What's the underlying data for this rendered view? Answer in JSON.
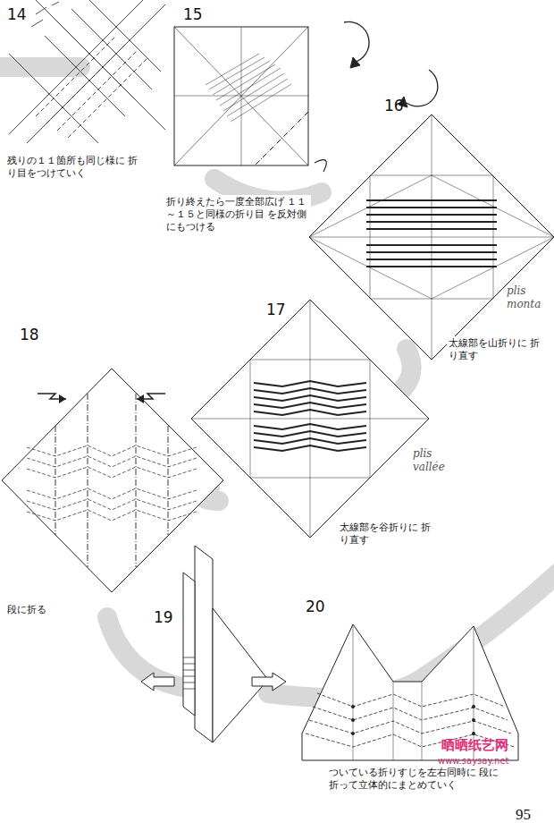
{
  "diagram": {
    "labels": [
      "14",
      "残りの１１箇所も同じ様に 折り目をつけていく",
      "15",
      "折り終えたら一度全部広げ １１～１５と同様の折り目 を反対側にもつける",
      "16",
      "plis monta",
      "太線部を山折りに 折り直す",
      "17",
      "plis vallée",
      "太線部を谷折りに 折り直す",
      "18",
      "段に折る",
      "19",
      "20",
      "ついている折りすじを左右同時に 段に折って立体的にまとめていく",
      "晒晒纸艺网",
      "www.saysay.net",
      "95"
    ]
  }
}
